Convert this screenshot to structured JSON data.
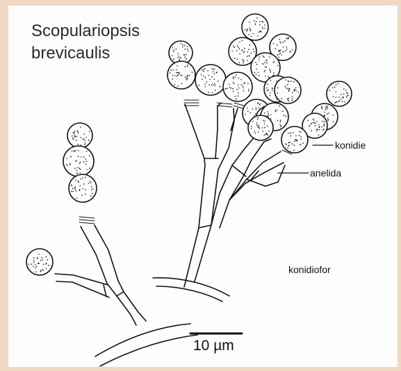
{
  "title": {
    "line1": "Scopulariopsis",
    "line2": "brevicaulis"
  },
  "labels": {
    "conidia": "konidie",
    "annellide": "anelida",
    "conidiophore": "konidiofor"
  },
  "scale_bar": {
    "label": "10 µm"
  },
  "colors": {
    "background": "#efd9c3",
    "panel": "#fdfdfd",
    "ink": "#111111"
  }
}
